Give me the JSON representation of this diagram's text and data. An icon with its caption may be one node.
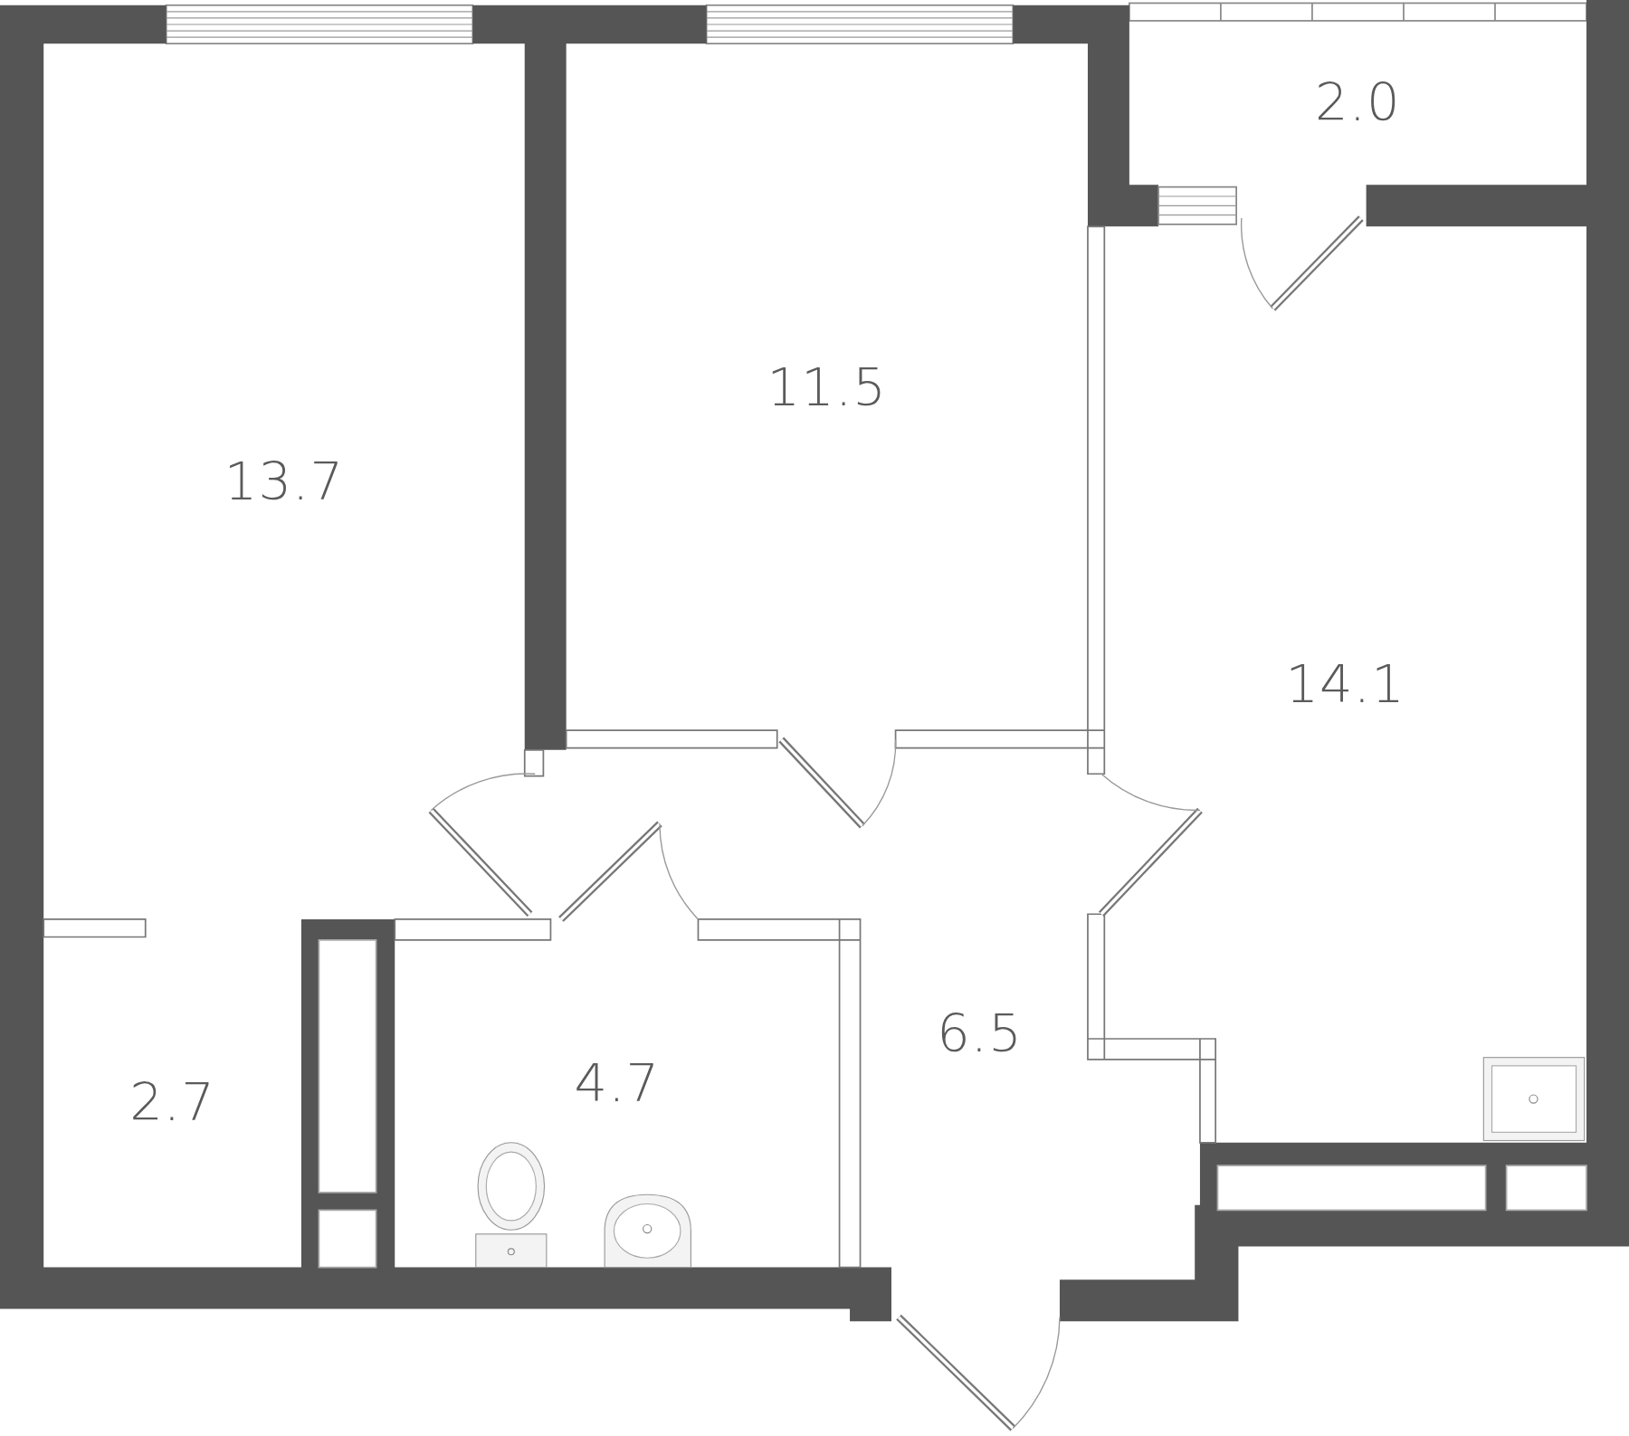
{
  "diagram": {
    "nodes": [
      {
        "text": [
          "13.7"
        ]
      },
      {
        "text": [
          "11.5"
        ]
      },
      {
        "text": [
          "2.0"
        ]
      },
      {
        "text": [
          "14.1"
        ]
      },
      {
        "text": [
          "6.5"
        ]
      },
      {
        "text": [
          "4.7"
        ]
      },
      {
        "text": [
          "2.7"
        ]
      }
    ]
  }
}
